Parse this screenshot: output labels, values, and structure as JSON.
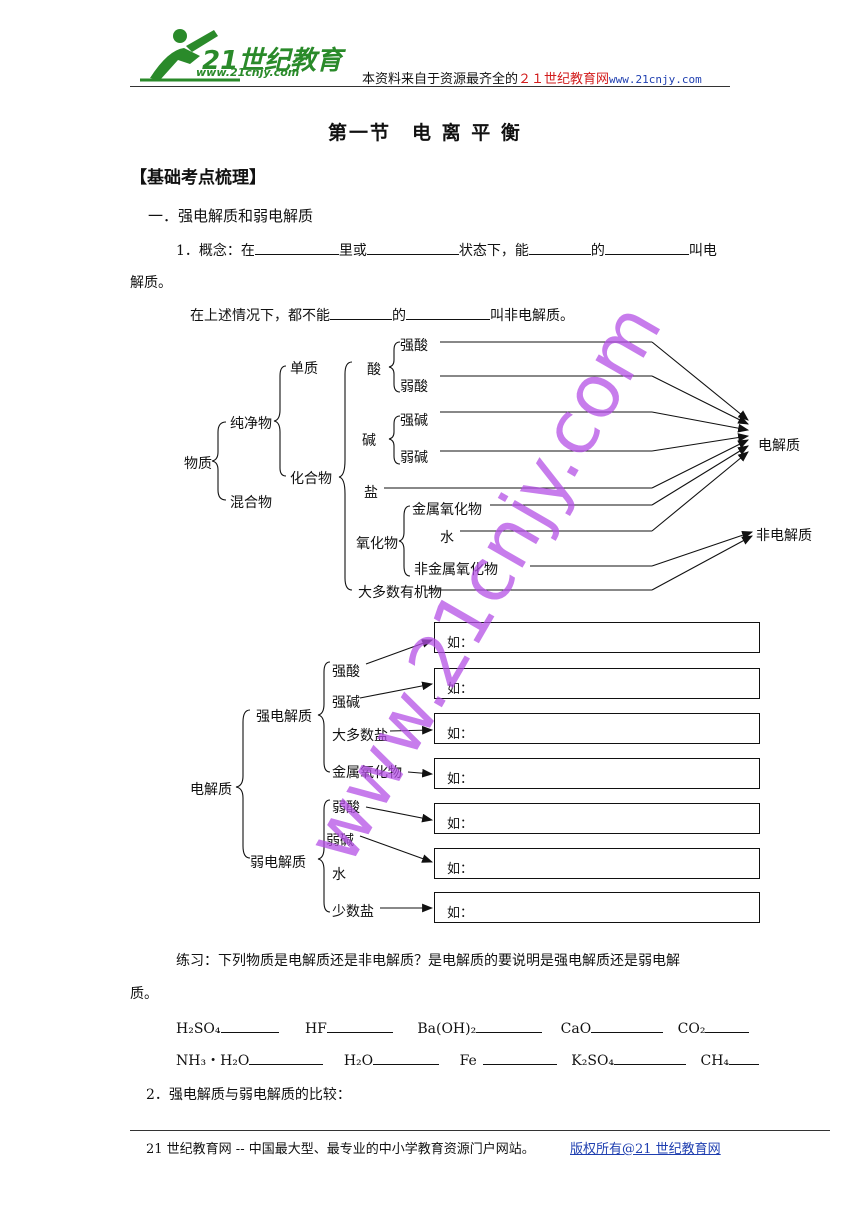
{
  "header": {
    "logo_main": "21世纪教育",
    "logo_url": "www.21cnjy.com",
    "tagline_prefix": "本资料来自于资源最齐全的",
    "tagline_brand": "２１世纪教育网",
    "tagline_url": "www.21cnjy.com"
  },
  "title": "第一节　电 离 平 衡",
  "section": "【基础考点梳理】",
  "subsection1": "一．强电解质和弱电解质",
  "concept": {
    "p1_a": "1．概念：在",
    "p1_b": "里或",
    "p1_c": "状态下，能",
    "p1_d": "的",
    "p1_e": "叫电",
    "p1_f": "解质。",
    "p2_a": "在上述情况下，都不能",
    "p2_b": "的",
    "p2_c": "叫非电解质。"
  },
  "tree1": {
    "root": "物质",
    "pure": "纯净物",
    "mixture": "混合物",
    "element": "单质",
    "compound": "化合物",
    "acid": "酸",
    "strong_acid": "强酸",
    "weak_acid": "弱酸",
    "base": "碱",
    "strong_base": "强碱",
    "weak_base": "弱碱",
    "salt": "盐",
    "oxide": "氧化物",
    "metal_oxide": "金属氧化物",
    "water": "水",
    "nonmetal_oxide": "非金属氧化物",
    "organic": "大多数有机物",
    "electrolyte": "电解质",
    "non_electrolyte": "非电解质"
  },
  "tree2": {
    "root": "电解质",
    "strong": "强电解质",
    "weak": "弱电解质",
    "strong_items": [
      "强酸",
      "强碱",
      "大多数盐",
      "金属氧化物"
    ],
    "weak_items": [
      "弱酸",
      "弱碱",
      "水",
      "少数盐"
    ],
    "box_label": "如："
  },
  "practice": {
    "line1": "练习：下列物质是电解质还是非电解质？是电解质的要说明是强电解质还是弱电解",
    "line2": "质。",
    "row1": [
      "H₂SO₄",
      "HF",
      "Ba(OH)₂",
      "CaO",
      "CO₂"
    ],
    "row2": [
      "NH₃・H₂O",
      "H₂O",
      "Fe",
      "K₂SO₄",
      "CH₄"
    ]
  },
  "item2": "2．强电解质与弱电解质的比较：",
  "footer": {
    "left": "21 世纪教育网 -- 中国最大型、最专业的中小学教育资源门户网站。",
    "right": "版权所有@21 世纪教育网"
  },
  "watermark": "www.21cnjy.com",
  "colors": {
    "watermark": "#b450e6",
    "brand_red": "#d21b1b",
    "link_blue": "#1f3fb0",
    "logo_green": "#2a8a2a"
  }
}
